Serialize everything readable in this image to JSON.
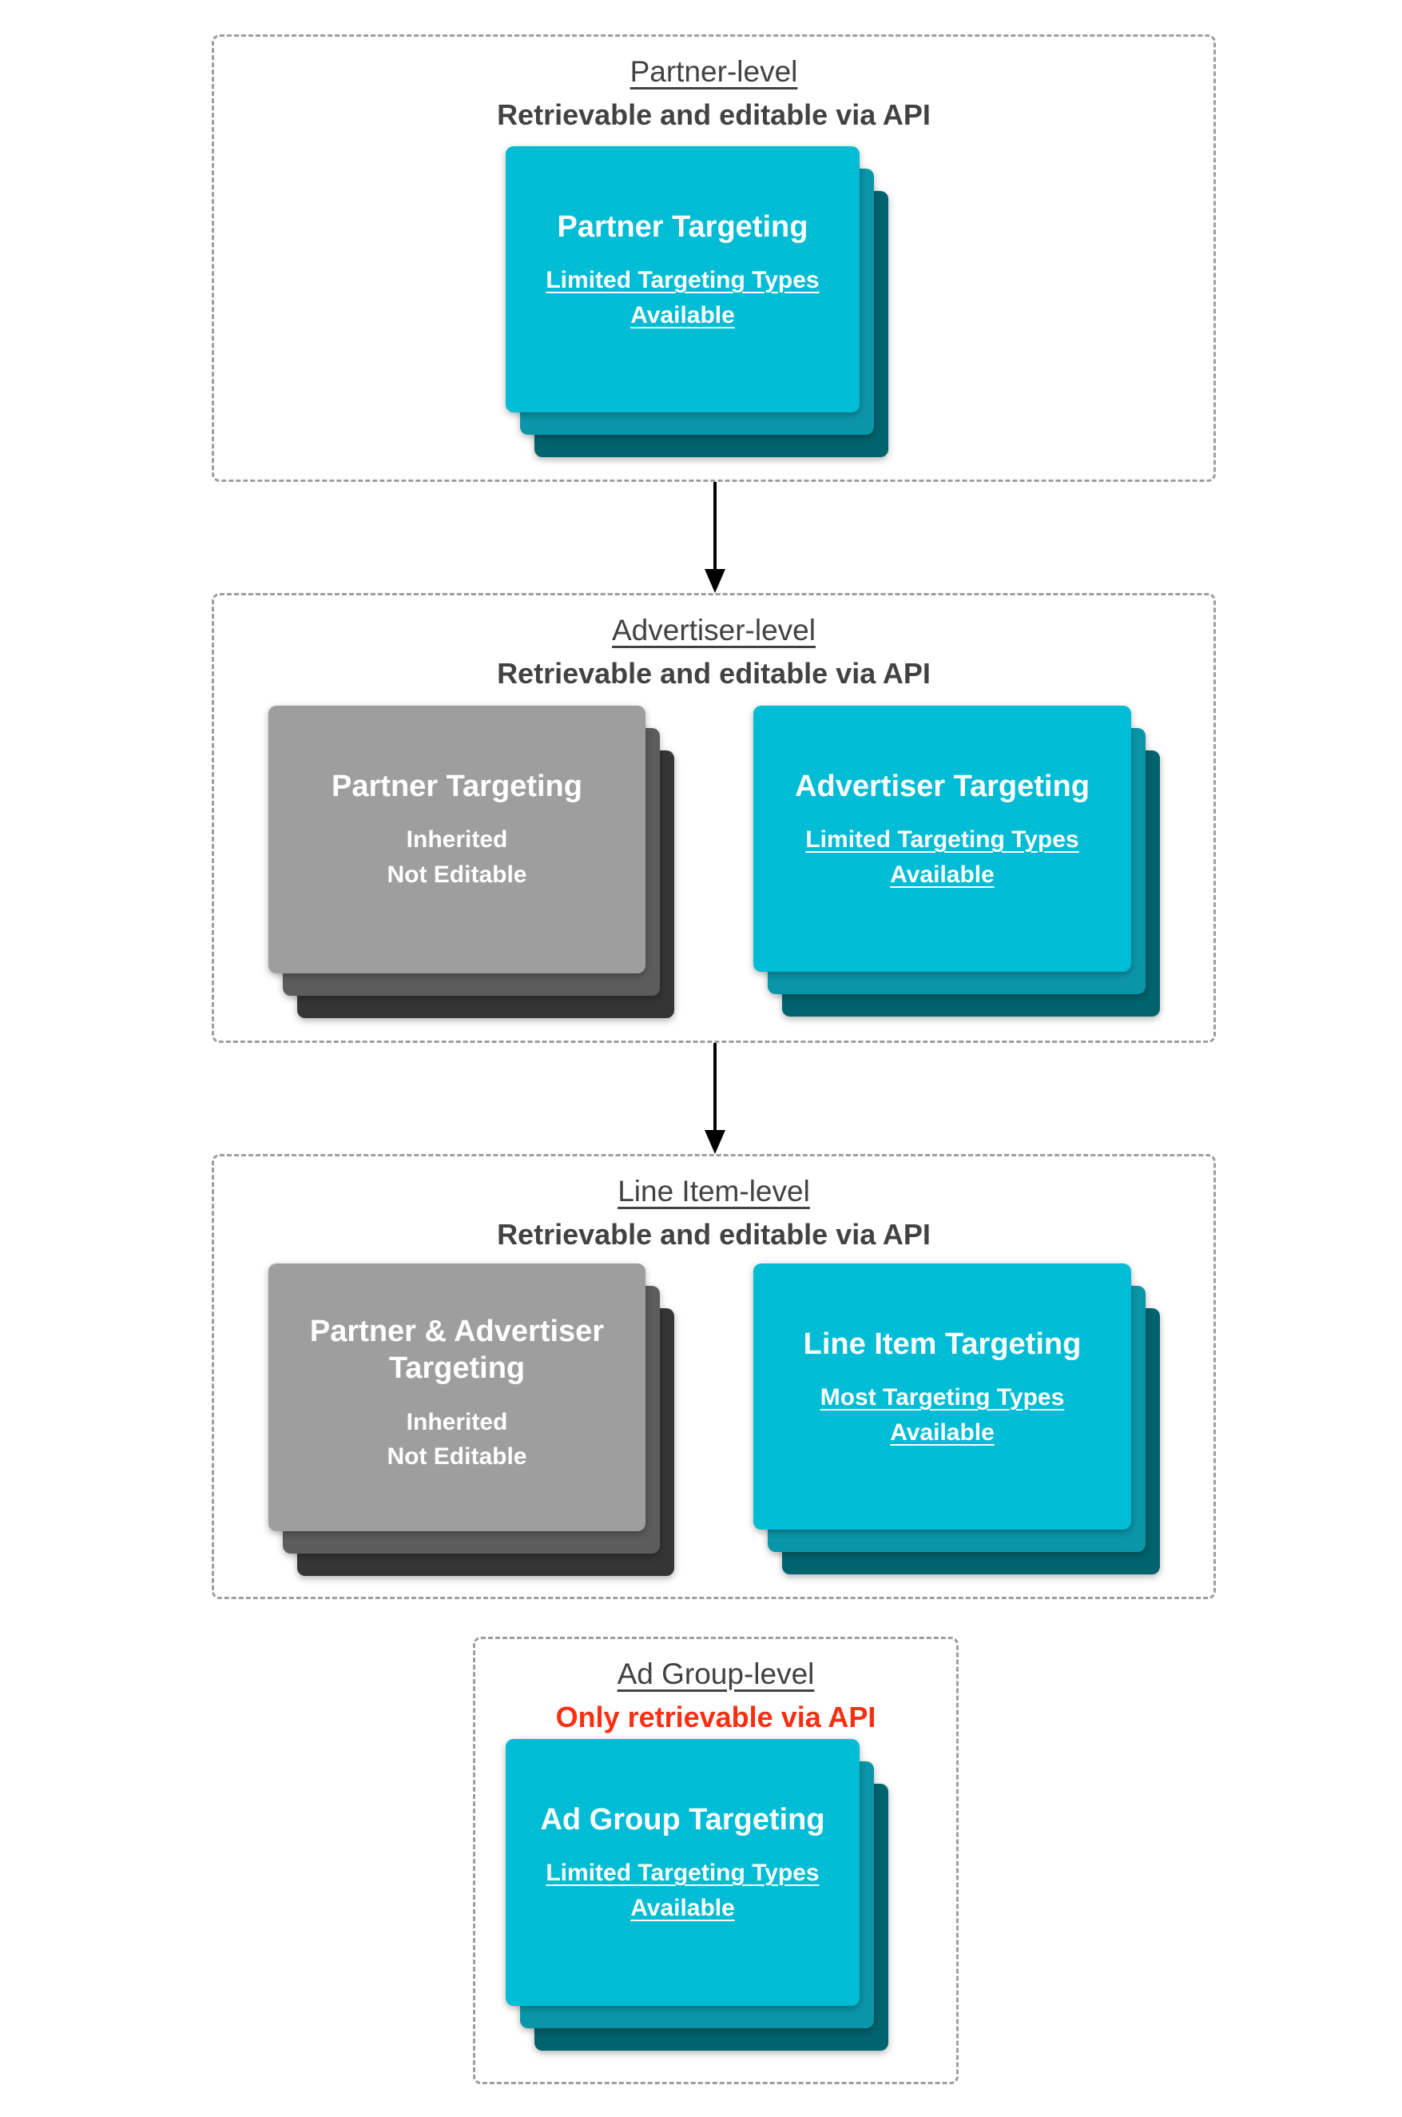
{
  "colors": {
    "title_text": "#424242",
    "red_text": "#fb2e12",
    "dashed_border": "#9e9e9e",
    "cyan_front": "#00bcd4",
    "cyan_mid": "#0a96a9",
    "cyan_back": "#00636e",
    "gray_front": "#9e9e9e",
    "gray_mid": "#5c5c5c",
    "gray_back": "#353535",
    "card_text": "#ffffff",
    "arrow": "#000000"
  },
  "sections": [
    {
      "title": "Partner-level",
      "subtitle": "Retrievable and editable via API",
      "cards": [
        {
          "heading": "Partner Targeting",
          "line1": "Limited Targeting Types",
          "line2": "Available"
        }
      ]
    },
    {
      "title": "Advertiser-level",
      "subtitle": "Retrievable and editable via API",
      "cards": [
        {
          "heading": "Partner Targeting",
          "line1": "Inherited",
          "line2": "Not Editable"
        },
        {
          "heading": "Advertiser Targeting",
          "line1": "Limited Targeting Types",
          "line2": "Available"
        }
      ]
    },
    {
      "title": "Line Item-level",
      "subtitle": "Retrievable and editable via API",
      "cards": [
        {
          "heading": "Partner & Advertiser Targeting",
          "line1": "Inherited",
          "line2": "Not Editable"
        },
        {
          "heading": "Line Item Targeting",
          "line1": "Most Targeting Types",
          "line2": "Available"
        }
      ]
    },
    {
      "title": "Ad Group-level",
      "subtitle": "Only retrievable via API",
      "cards": [
        {
          "heading": "Ad Group Targeting",
          "line1": "Limited Targeting Types",
          "line2": "Available"
        }
      ]
    }
  ]
}
